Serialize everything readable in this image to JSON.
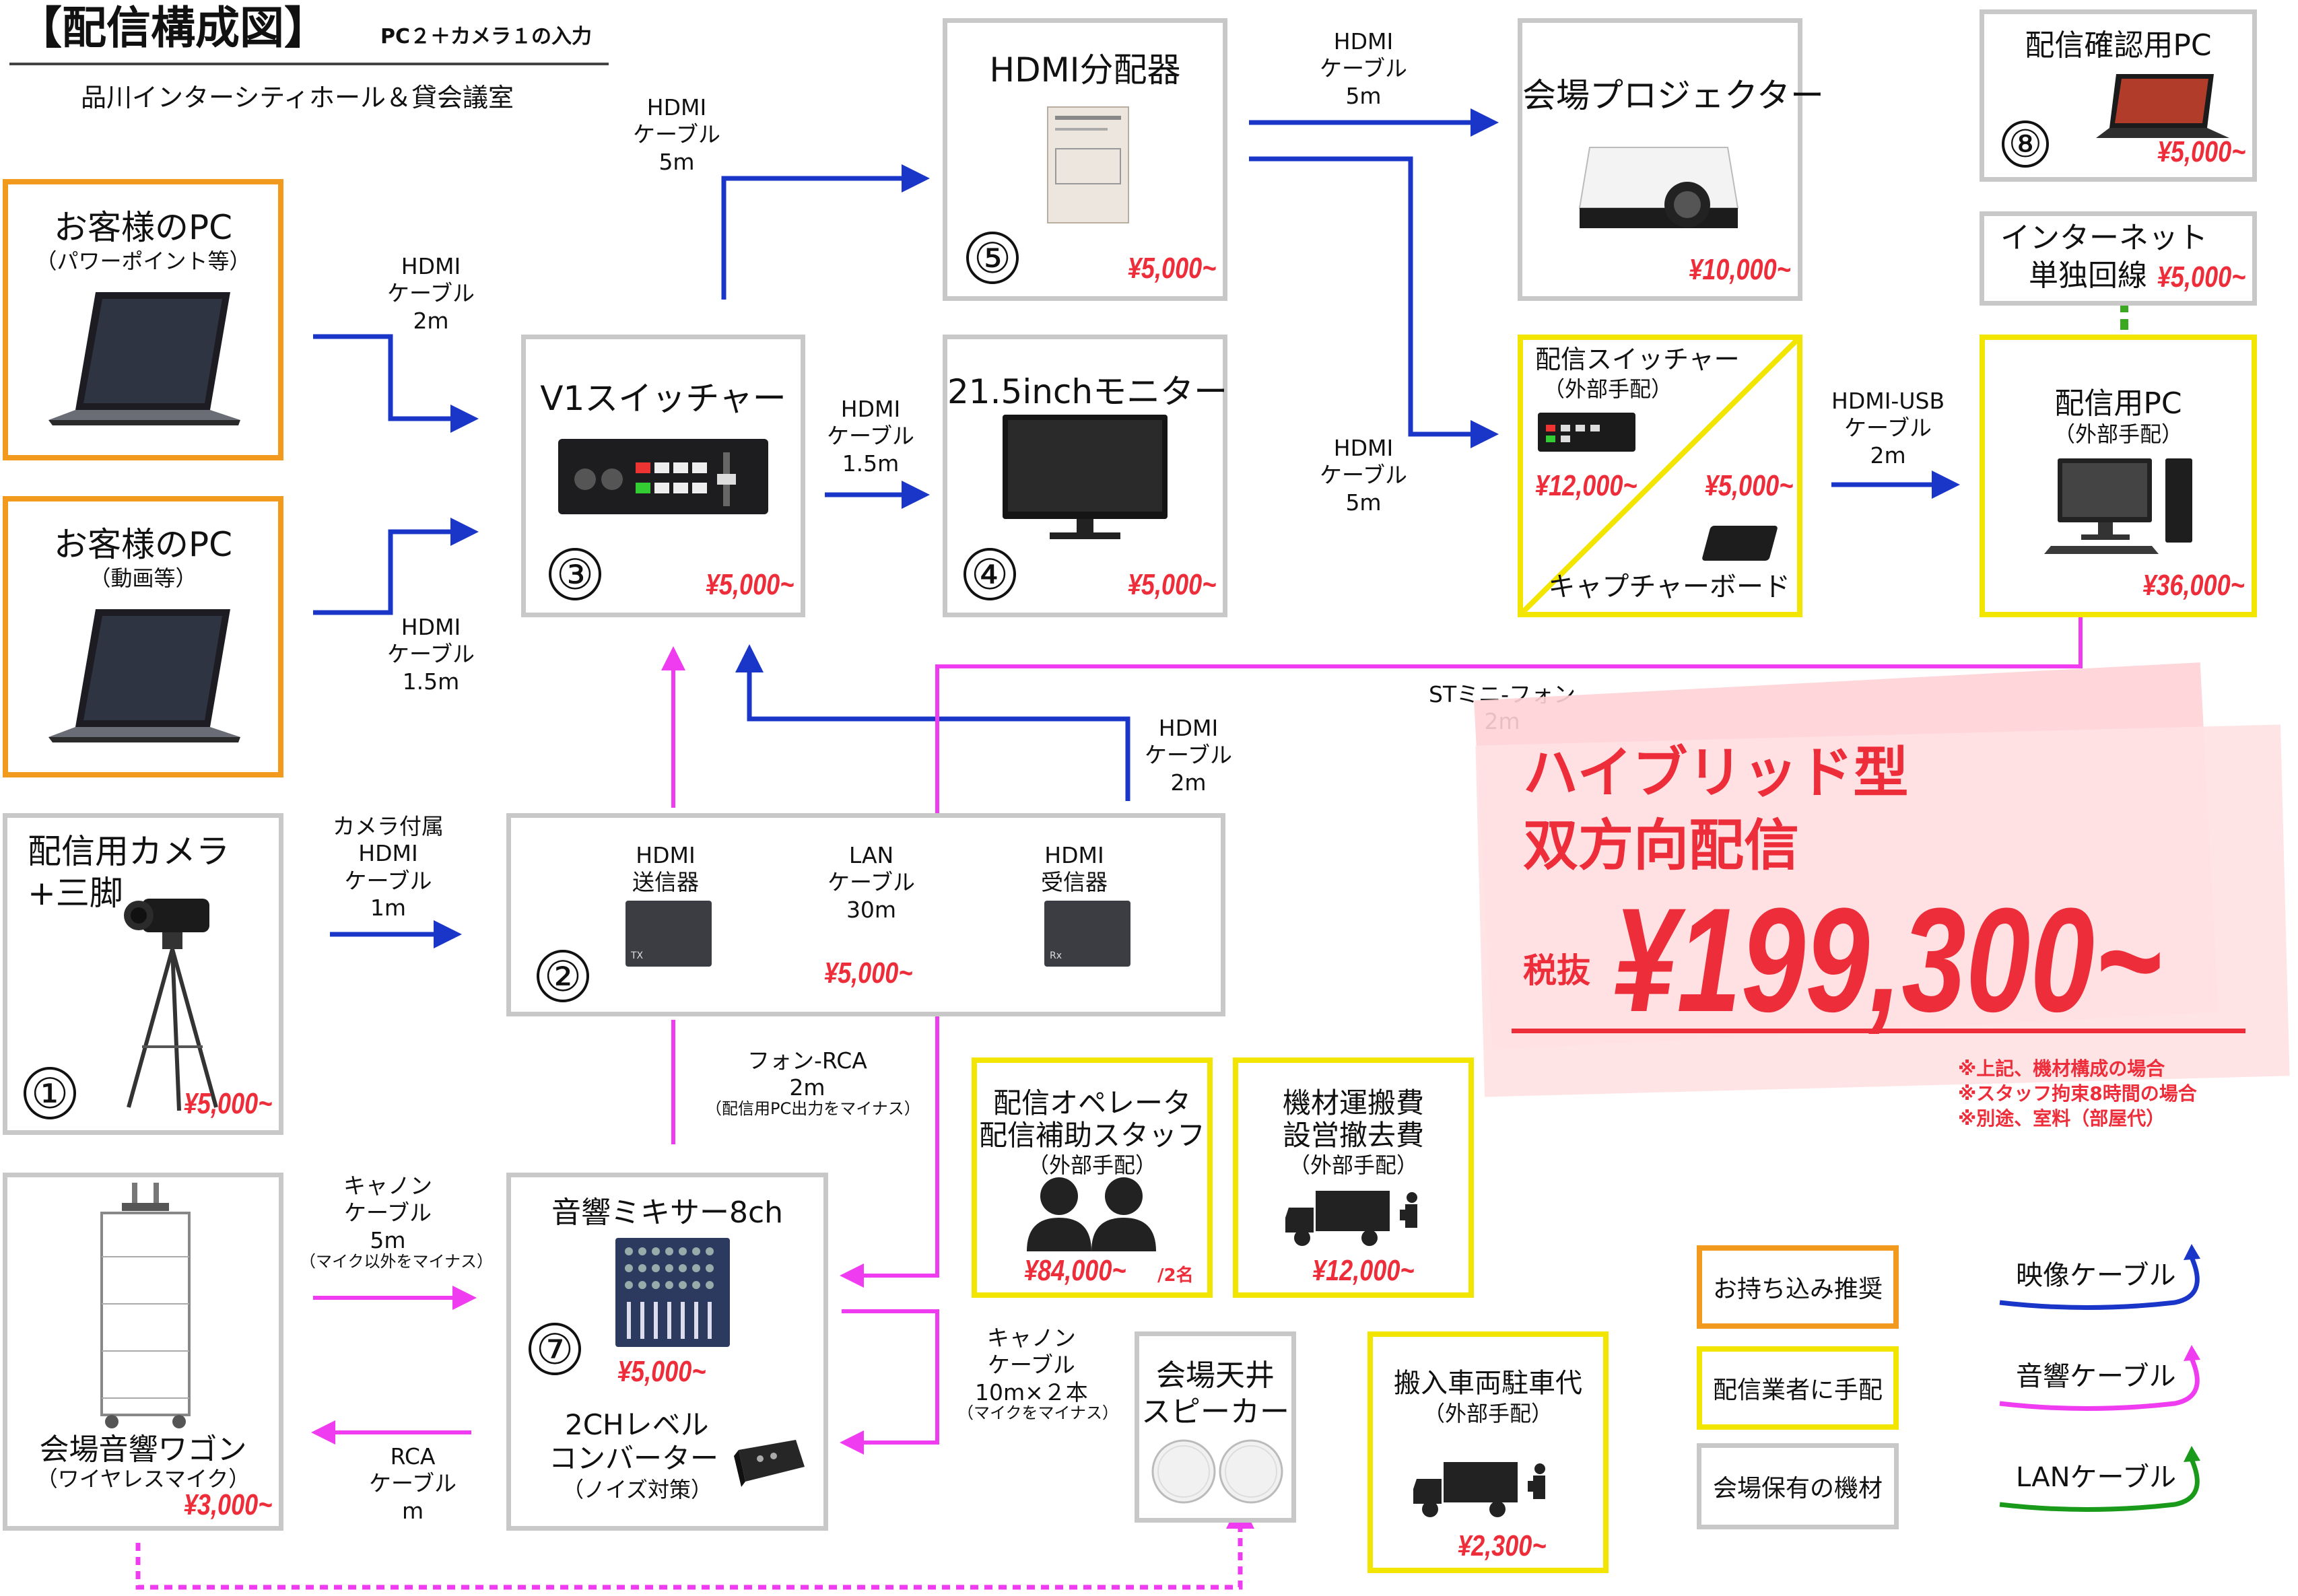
{
  "header": {
    "title": "【配信構成図】",
    "subtitle": "PC２＋カメラ１の入力",
    "venue": "品川インターシティホール＆貸会議室"
  },
  "boxes": {
    "customer_pc1": {
      "title": "お客様のPC",
      "sub": "（パワーポイント等）"
    },
    "customer_pc2": {
      "title": "お客様のPC",
      "sub": "（動画等）"
    },
    "camera": {
      "title1": "配信用カメラ",
      "title2": "+三脚",
      "num": "①",
      "price": "¥5,000~"
    },
    "hdmi_tx_rx": {
      "tx": "HDMI\n送信器",
      "rx": "HDMI\n受信器",
      "lan": "LAN\nケーブル\n30m",
      "num": "②",
      "price": "¥5,000~"
    },
    "v1_switcher": {
      "title": "V1スイッチャー",
      "num": "③",
      "price": "¥5,000~"
    },
    "monitor": {
      "title": "21.5inchモニター",
      "num": "④",
      "price": "¥5,000~"
    },
    "splitter": {
      "title": "HDMI分配器",
      "num": "⑤",
      "price": "¥5,000~"
    },
    "projector": {
      "title": "会場プロジェクター",
      "price": "¥10,000~"
    },
    "stream_switcher": {
      "title": "配信スイッチャー",
      "sub": "（外部手配）",
      "price_left": "¥12,000~",
      "price_right": "¥5,000~",
      "capture": "キャプチャーボード"
    },
    "confirm_pc": {
      "title": "配信確認用PC",
      "num": "⑧",
      "price": "¥5,000~"
    },
    "internet": {
      "title1": "インターネット",
      "title2": "単独回線",
      "price": "¥5,000~"
    },
    "stream_pc": {
      "title": "配信用PC",
      "sub": "（外部手配）",
      "price": "¥36,000~"
    },
    "operator": {
      "title1": "配信オペレータ",
      "title2": "配信補助スタッフ",
      "sub": "（外部手配）",
      "price": "¥84,000~",
      "per": "/2名"
    },
    "transport": {
      "title1": "機材運搬費",
      "title2": "設営撤去費",
      "sub": "（外部手配）",
      "price": "¥12,000~"
    },
    "parking": {
      "title": "搬入車両駐車代",
      "sub": "（外部手配）",
      "price": "¥2,300~"
    },
    "ceiling_speaker": {
      "title1": "会場天井",
      "title2": "スピーカー"
    },
    "mixer": {
      "title": "音響ミキサー8ch",
      "num": "⑦",
      "price": "¥5,000~",
      "conv1": "2CHレベル",
      "conv2": "コンバーター",
      "conv_sub": "（ノイズ対策）"
    },
    "wagon": {
      "title": "会場音響ワゴン",
      "sub": "（ワイヤレスマイク）",
      "price": "¥3,000~"
    }
  },
  "cables": {
    "pc1_v1": "HDMI\nケーブル\n2m",
    "pc2_v1": "HDMI\nケーブル\n1.5m",
    "cam_tx": "カメラ付属\nHDMI\nケーブル\n1m",
    "v1_split": "HDMI\nケーブル\n5m",
    "v1_mon": "HDMI\nケーブル\n1.5m",
    "split_proj": "HDMI\nケーブル\n5m",
    "split_sw": "HDMI\nケーブル\n5m",
    "sw_pc": "HDMI-USB\nケーブル\n2m",
    "rx_v1": "HDMI\nケーブル\n2m",
    "st_mini": "STミニ-フォン\n2m",
    "phone_rca": "フォン-RCA\n2m",
    "phone_rca_note": "（配信用PC出力をマイナス）",
    "canon_5m": "キャノン\nケーブル\n5m",
    "canon_5m_note": "（マイク以外をマイナス）",
    "canon_10m": "キャノン\nケーブル\n10m×２本",
    "canon_10m_note": "（マイクをマイナス）",
    "rca": "RCA\nケーブル\nm"
  },
  "total": {
    "line1": "ハイブリッド型",
    "line2": "双方向配信",
    "tax": "税抜",
    "amount": "¥199,300~",
    "notes": [
      "※上記、機材構成の場合",
      "※スタッフ拘束8時間の場合",
      "※別途、室料（部屋代）"
    ]
  },
  "legend": {
    "bring": "お持ち込み推奨",
    "vendor": "配信業者に手配",
    "venue": "会場保有の機材",
    "video": "映像ケーブル",
    "audio": "音響ケーブル",
    "lan": "LANケーブル"
  },
  "colors": {
    "video": "#1a36c8",
    "audio": "#f03cf0",
    "lan": "#1a9a1a",
    "internet": "#3aa820",
    "price": "#ee2d3a",
    "orange": "#f29a1e",
    "yellow": "#f2e500",
    "gray": "#c8c8c8"
  }
}
